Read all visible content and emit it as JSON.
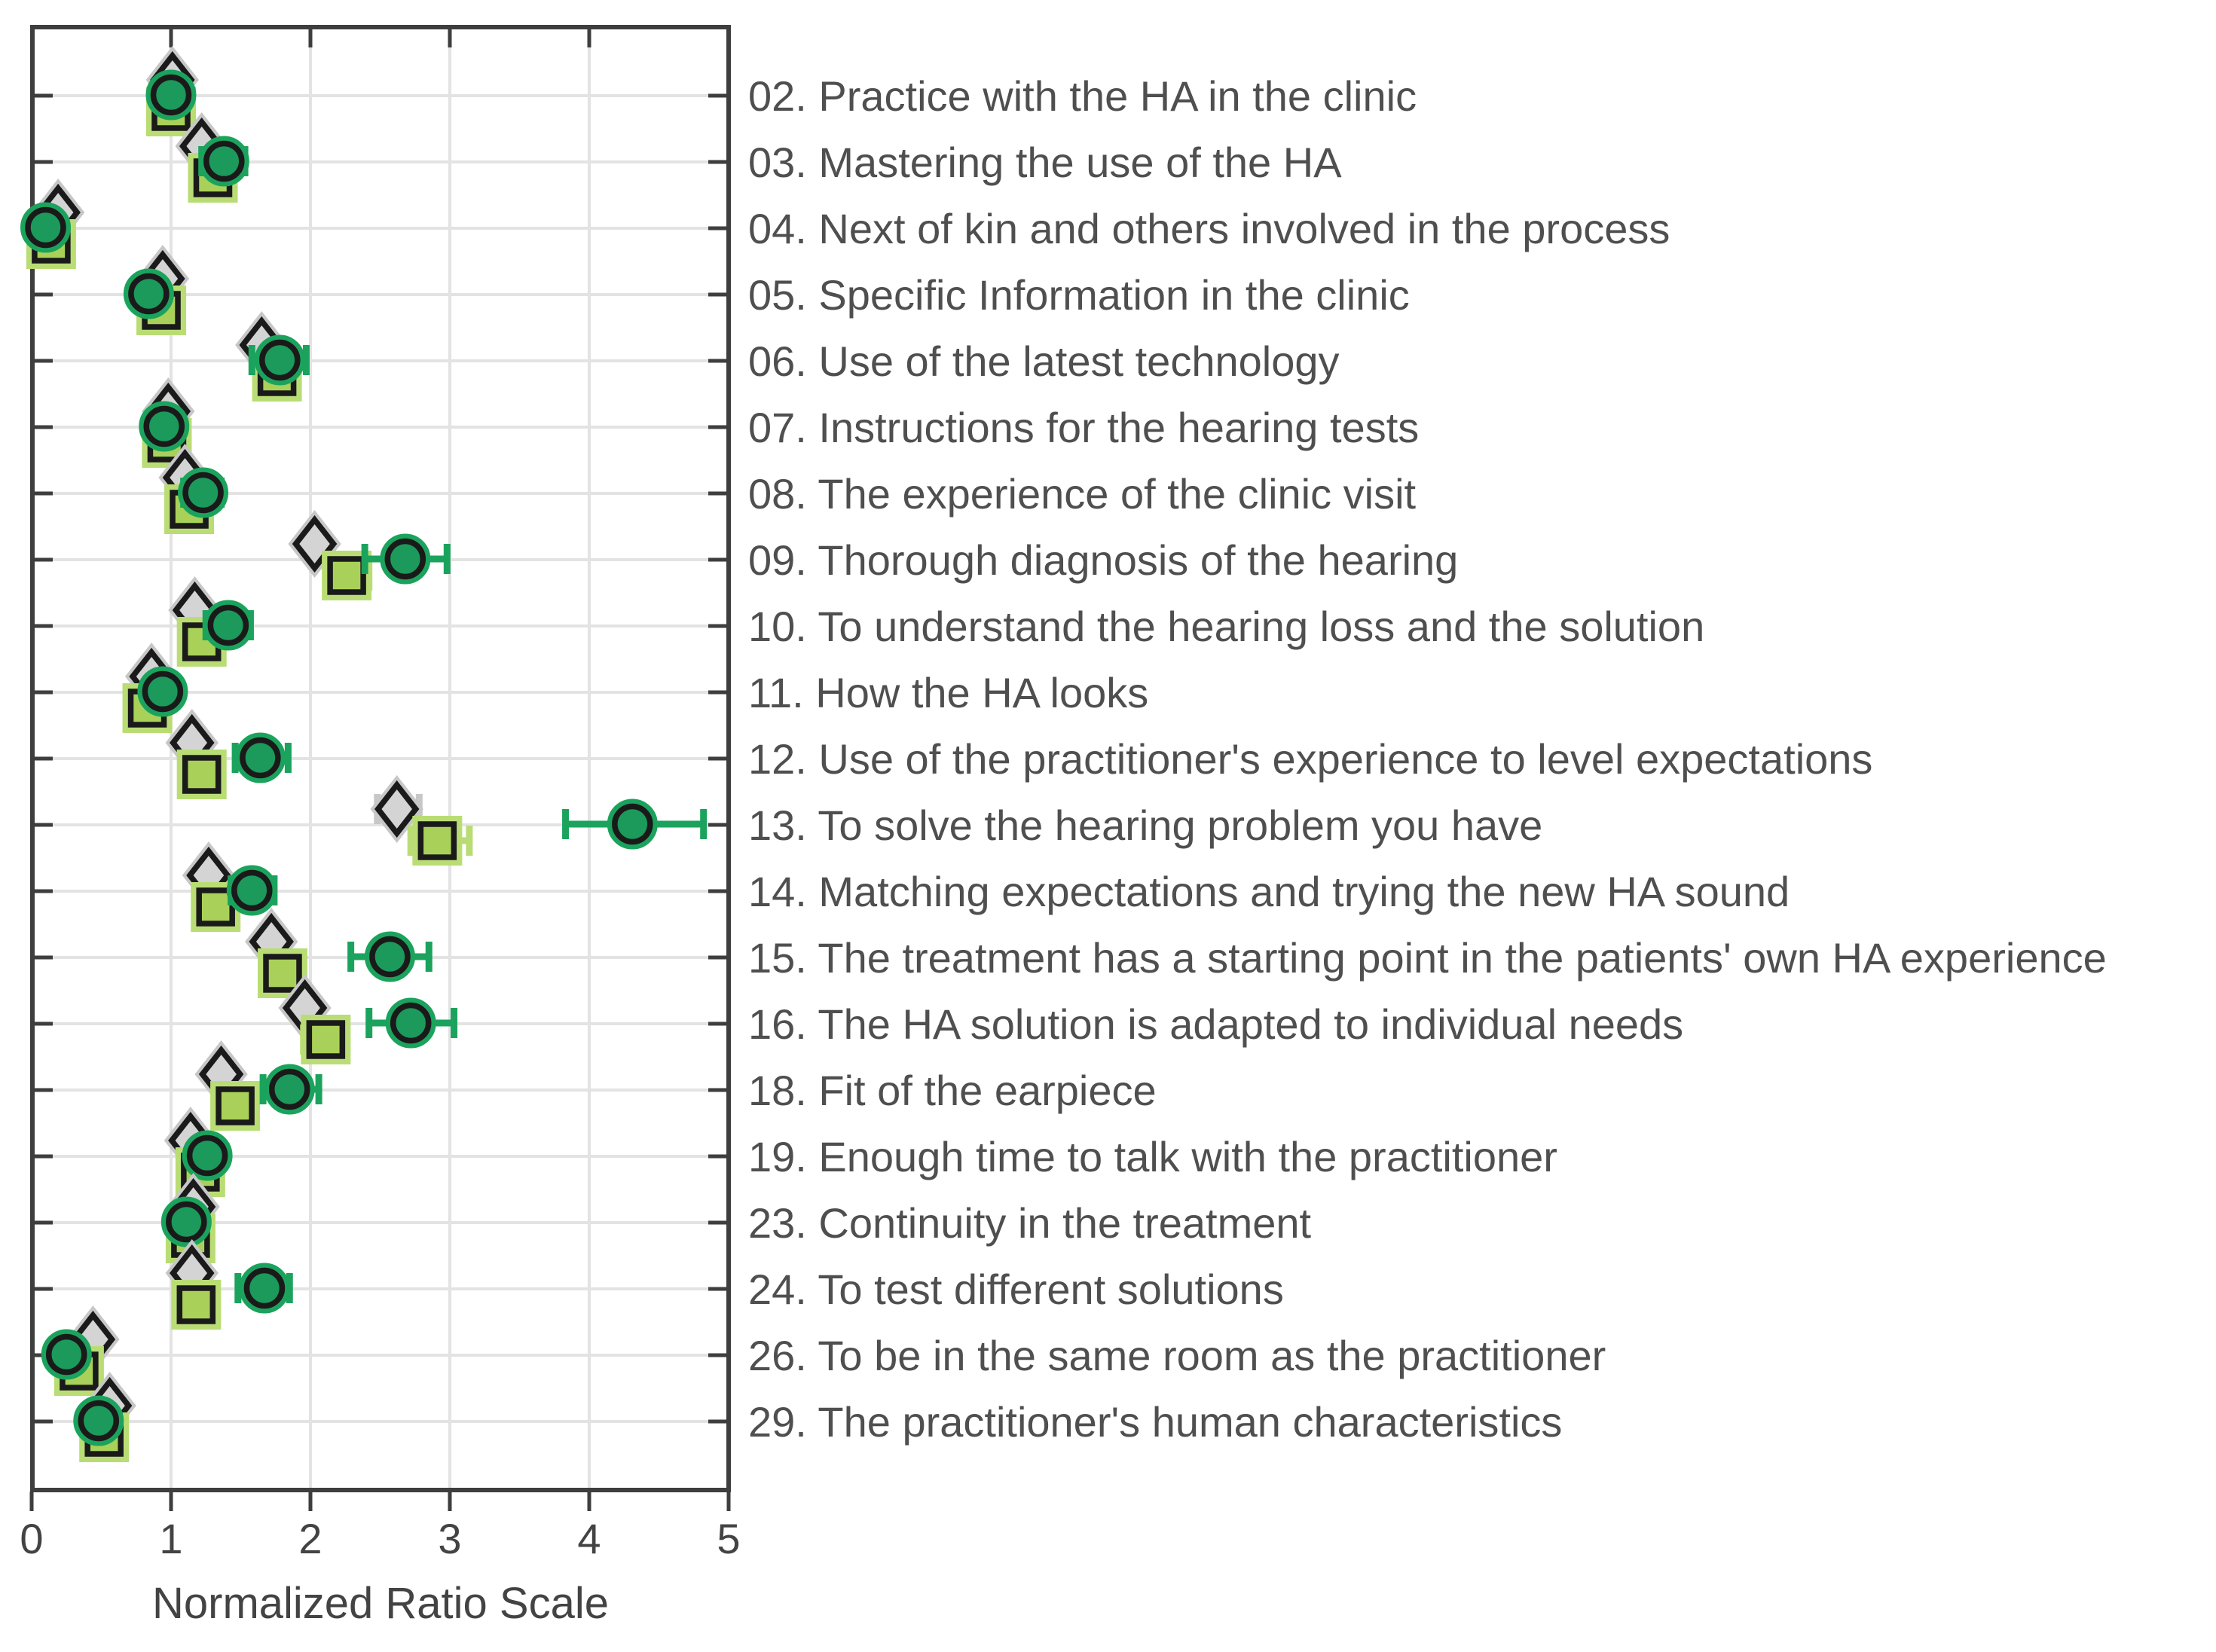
{
  "chart_data": {
    "type": "scatter",
    "title": "",
    "xlabel": "Normalized Ratio Scale",
    "xlim": [
      0,
      5
    ],
    "xticks": [
      0,
      1,
      2,
      3,
      4,
      5
    ],
    "xtick_labels": [
      "0",
      "1",
      "2",
      "3",
      "4",
      "5"
    ],
    "grid": true,
    "legend_position": "none",
    "series": [
      {
        "name": "diamond",
        "marker": "diamond",
        "fill": "#D4D4D4",
        "halo": "#C7C7C7",
        "edge": "#1A1A1A"
      },
      {
        "name": "square",
        "marker": "square",
        "fill": "#A9D159",
        "halo": "#B9DD74",
        "edge": "#1A1A1A"
      },
      {
        "name": "circle",
        "marker": "circle",
        "fill": "#1B9A5B",
        "halo": "#1BA35D",
        "edge": "#1A1A1A"
      }
    ],
    "rows": [
      {
        "label": "02. Practice with the HA in the clinic",
        "diamond": 1.01,
        "square": 1.0,
        "circle": 1.0
      },
      {
        "label": "03. Mastering the use of the HA",
        "diamond": 1.22,
        "square": 1.3,
        "circle": 1.38,
        "circle_err": [
          1.22,
          1.53
        ]
      },
      {
        "label": "04. Next of kin and others involved in the process",
        "diamond": 0.19,
        "square": 0.14,
        "circle": 0.1
      },
      {
        "label": "05. Specific Information in the clinic",
        "diamond": 0.94,
        "square": 0.93,
        "circle": 0.84
      },
      {
        "label": "06. Use of the latest technology",
        "diamond": 1.65,
        "square": 1.76,
        "circle": 1.78,
        "circle_err": [
          1.58,
          1.97
        ]
      },
      {
        "label": "07. Instructions for the hearing tests",
        "diamond": 0.98,
        "square": 0.97,
        "circle": 0.95
      },
      {
        "label": "08. The experience of the clinic visit",
        "diamond": 1.1,
        "square": 1.13,
        "circle": 1.23,
        "circle_err": [
          1.09,
          1.36
        ]
      },
      {
        "label": "09. Thorough diagnosis of the hearing",
        "diamond": 2.03,
        "square": 2.26,
        "circle": 2.68,
        "square_err": [
          2.12,
          2.42
        ],
        "circle_err": [
          2.39,
          2.98
        ]
      },
      {
        "label": "10. To understand the hearing loss and the solution",
        "diamond": 1.17,
        "square": 1.22,
        "circle": 1.41,
        "circle_err": [
          1.25,
          1.57
        ]
      },
      {
        "label": "11. How the HA looks",
        "diamond": 0.86,
        "square": 0.83,
        "circle": 0.94
      },
      {
        "label": "12. Use of the practitioner's experience to level expectations",
        "diamond": 1.15,
        "square": 1.22,
        "circle": 1.64,
        "circle_err": [
          1.46,
          1.84
        ]
      },
      {
        "label": "13. To solve the hearing problem you have",
        "diamond": 2.62,
        "square": 2.91,
        "circle": 4.31,
        "diamond_err": [
          2.48,
          2.78
        ],
        "square_err": [
          2.72,
          3.14
        ],
        "circle_err": [
          3.83,
          4.82
        ]
      },
      {
        "label": "14. Matching expectations and trying the new HA sound",
        "diamond": 1.27,
        "square": 1.32,
        "circle": 1.58,
        "circle_err": [
          1.43,
          1.74
        ]
      },
      {
        "label": "15. The treatment has a starting point in the patients' own HA experience",
        "diamond": 1.72,
        "square": 1.8,
        "circle": 2.57,
        "square_err": [
          1.68,
          1.92
        ],
        "circle_err": [
          2.29,
          2.85
        ]
      },
      {
        "label": "16. The HA solution is adapted to individual needs",
        "diamond": 1.96,
        "square": 2.11,
        "circle": 2.72,
        "square_err": [
          1.95,
          2.24
        ],
        "circle_err": [
          2.42,
          3.03
        ]
      },
      {
        "label": "18. Fit of the earpiece",
        "diamond": 1.36,
        "square": 1.46,
        "circle": 1.85,
        "circle_err": [
          1.66,
          2.06
        ]
      },
      {
        "label": "19. Enough time to talk with the practitioner",
        "diamond": 1.14,
        "square": 1.21,
        "circle": 1.26
      },
      {
        "label": "23. Continuity in the treatment",
        "diamond": 1.16,
        "square": 1.14,
        "circle": 1.11
      },
      {
        "label": "24. To test different solutions",
        "diamond": 1.15,
        "square": 1.18,
        "circle": 1.67,
        "circle_err": [
          1.48,
          1.85
        ]
      },
      {
        "label": "26. To be in the same room as the practitioner",
        "diamond": 0.44,
        "square": 0.34,
        "circle": 0.25
      },
      {
        "label": "29. The practitioner's human characteristics",
        "diamond": 0.56,
        "square": 0.52,
        "circle": 0.48
      }
    ],
    "colors": {
      "axis": "#3E3E3E",
      "grid": "#E3E3E3",
      "tick_text": "#434343",
      "label_text": "#4F4F4F",
      "circle_fill": "#1B9A5B",
      "circle_halo": "#1BA35D",
      "square_fill": "#A9D159",
      "square_halo": "#B9DD74",
      "diamond_fill": "#D4D4D4",
      "diamond_halo": "#C7C7C7",
      "marker_edge": "#1A1A1A"
    }
  }
}
